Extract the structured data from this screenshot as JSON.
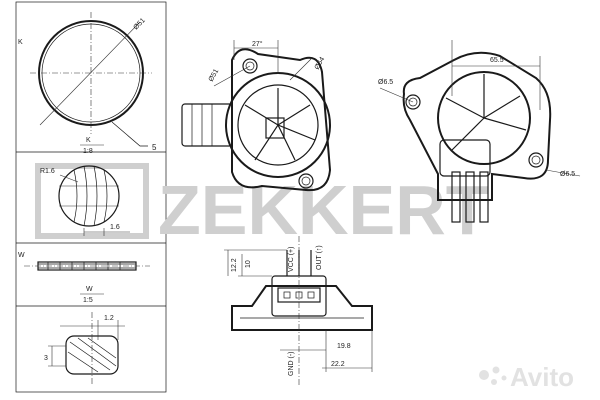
{
  "watermark": {
    "brand": "ZEKKERT",
    "marketplace": "Avito"
  },
  "left_panel": {
    "k_label": "K",
    "diameter_label": "Ø51",
    "callout_number": "5",
    "scale_1": {
      "letter": "K",
      "ratio": "1:8"
    },
    "radius_label": "R1.6",
    "dim_1_6": "1.6",
    "w_label": "W",
    "scale_2": {
      "letter": "W",
      "ratio": "1:5"
    },
    "dim_1_2": "1.2",
    "dim_3": "3"
  },
  "front_view": {
    "angle_label": "27°",
    "dia_51": "Ø51",
    "dia_54": "Ø54"
  },
  "back_view": {
    "dim_65_5": "65.5",
    "hole_top": "Ø6.5",
    "hole_right": "Ø6.5"
  },
  "connector_view": {
    "dim_12_2": "12.2",
    "dim_10": "10",
    "pin_vcc": "VCC (+)",
    "pin_gnd": "GND (-)",
    "pin_out": "OUT (↑)",
    "dim_19_8": "19.8",
    "dim_22_2": "22.2"
  }
}
